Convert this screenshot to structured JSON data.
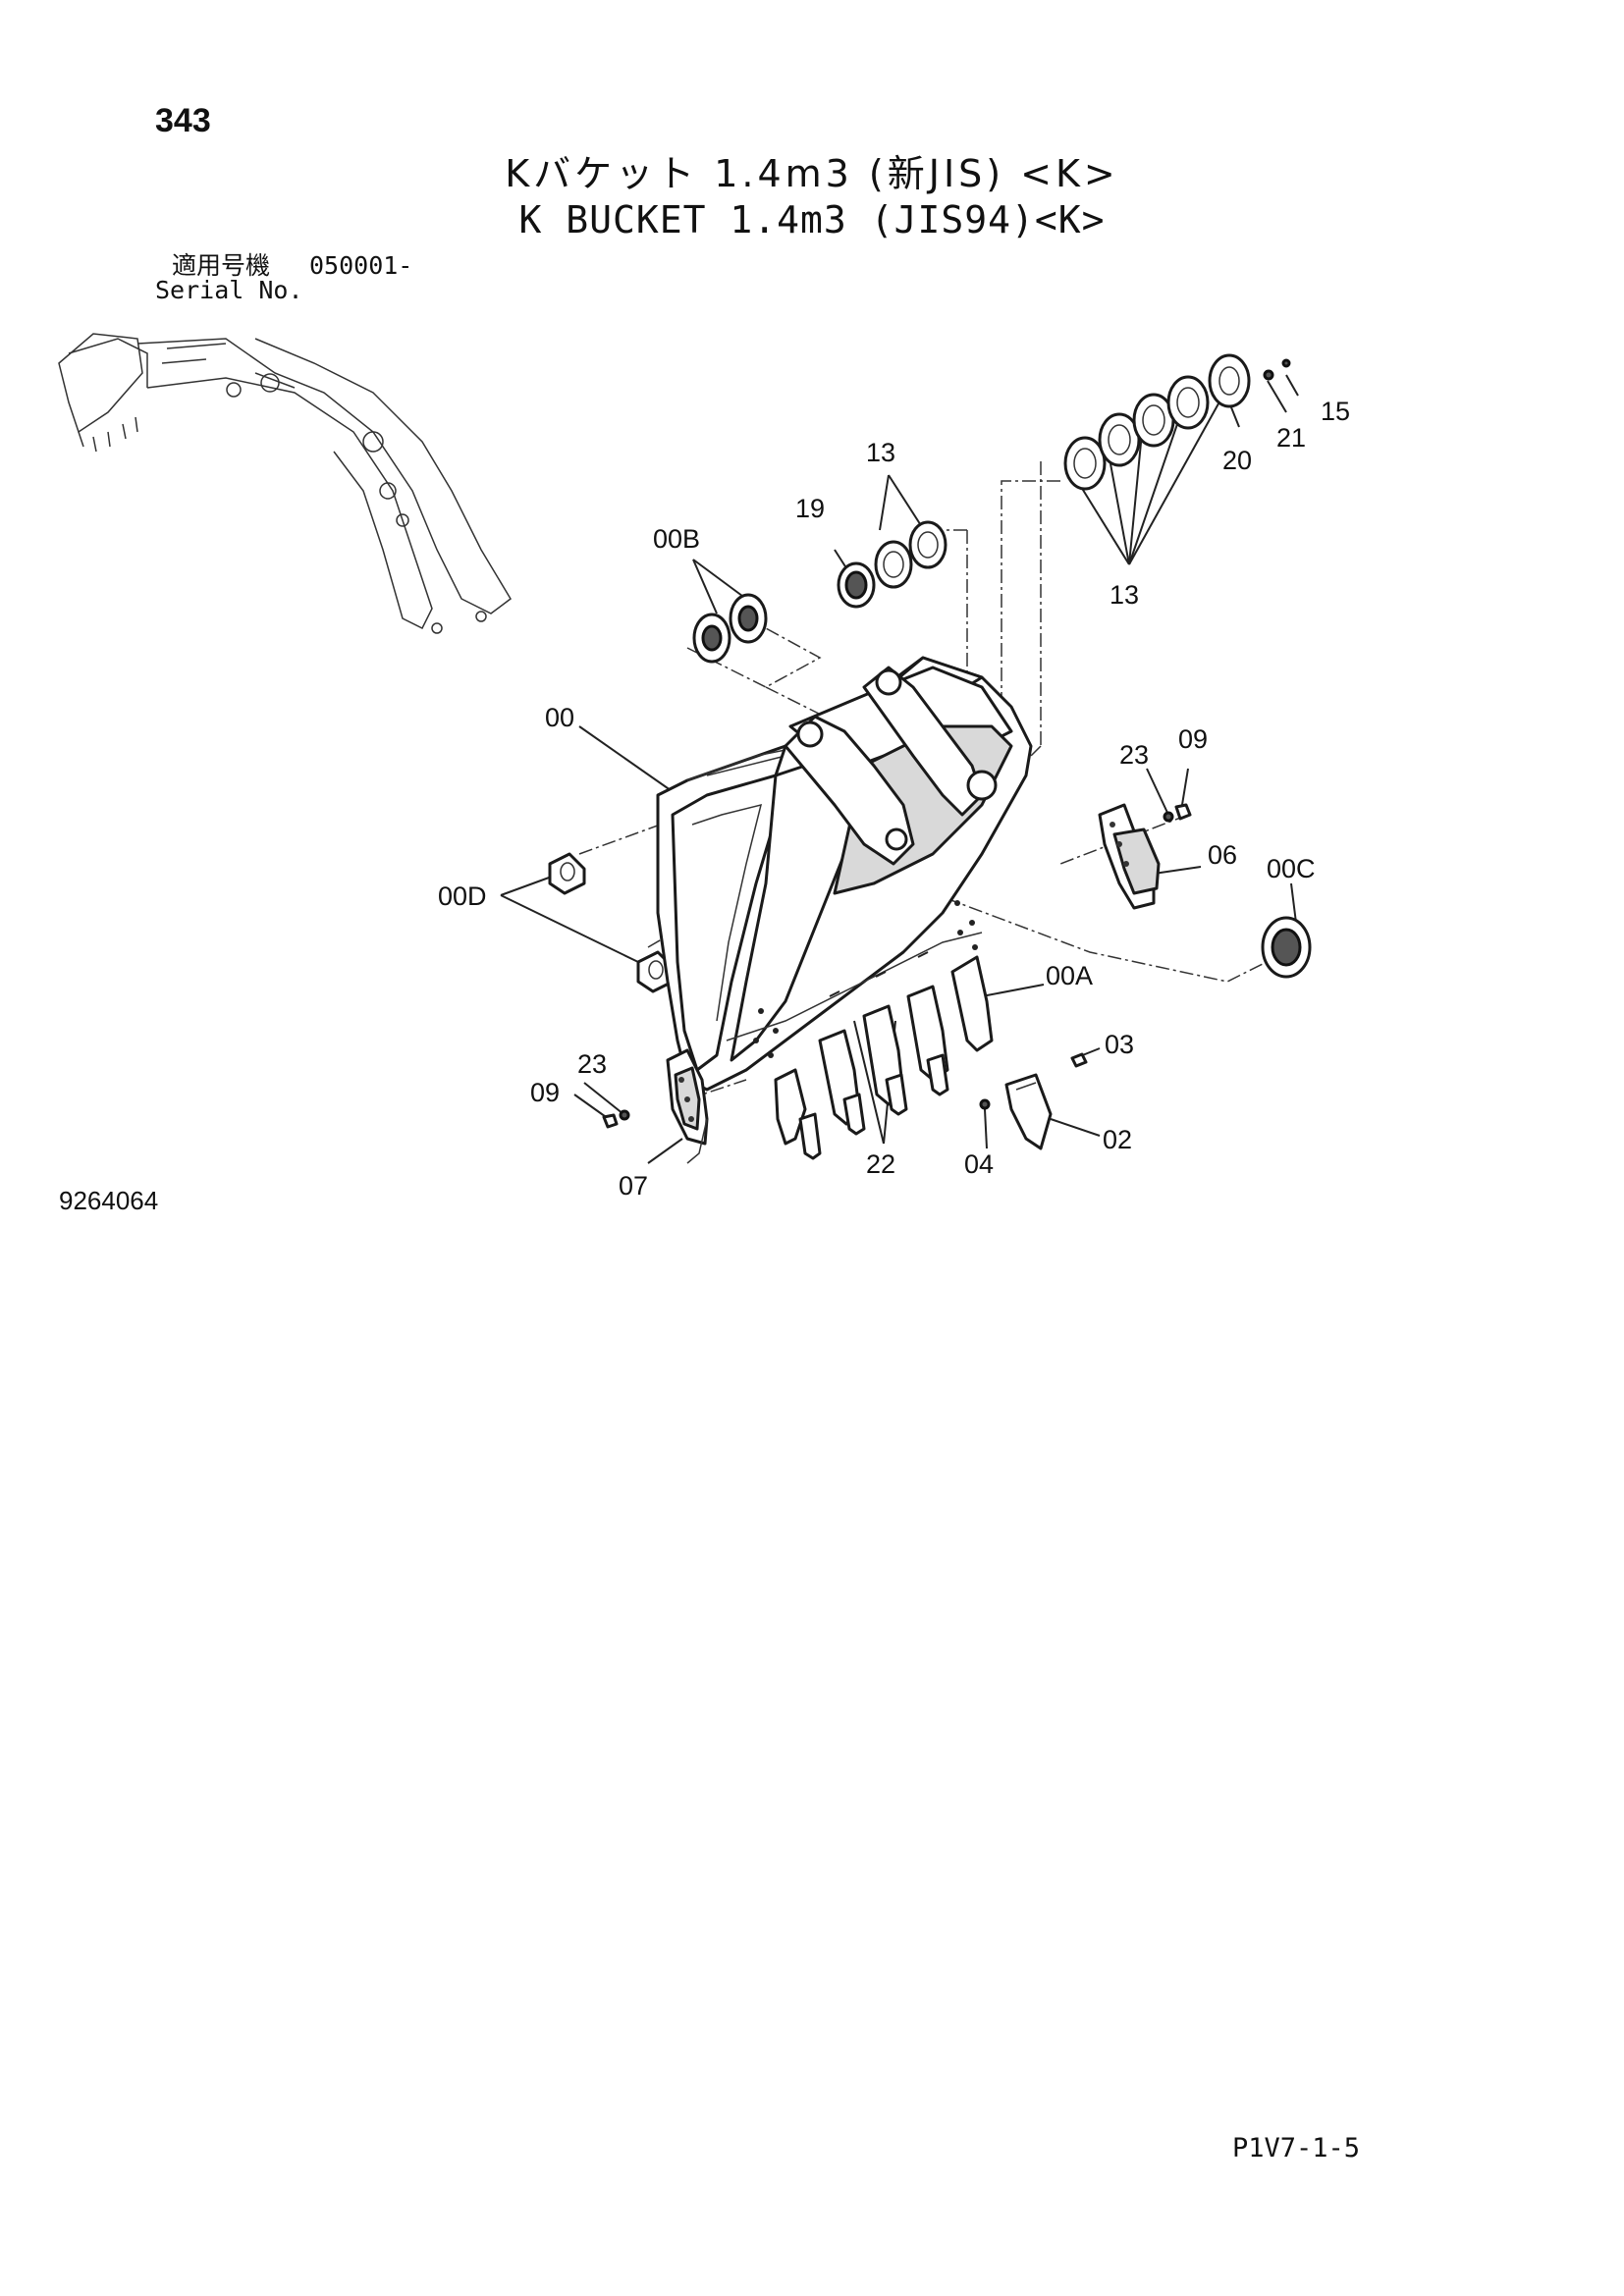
{
  "header": {
    "page_number": "343",
    "title_ja": "Kバケット 1.4m3 (新JIS) <K>",
    "title_en": "K BUCKET 1.4m3 (JIS94)<K>",
    "serial_label_ja": "適用号機",
    "serial_value": "050001-",
    "serial_label_en": "Serial No."
  },
  "diagram": {
    "callouts": {
      "c15": "15",
      "c21": "21",
      "c20": "20",
      "c13a": "13",
      "c13b": "13",
      "c19": "19",
      "c00B": "00B",
      "c00": "00",
      "c23a": "23",
      "c09a": "09",
      "c06": "06",
      "c00C": "00C",
      "c00D": "00D",
      "c00A": "00A",
      "c03": "03",
      "c23b": "23",
      "c09b": "09",
      "c02": "02",
      "c04": "04",
      "c22": "22",
      "c07": "07"
    }
  },
  "footer": {
    "drawing_number": "9264064",
    "page_code": "P1V7-1-5"
  }
}
